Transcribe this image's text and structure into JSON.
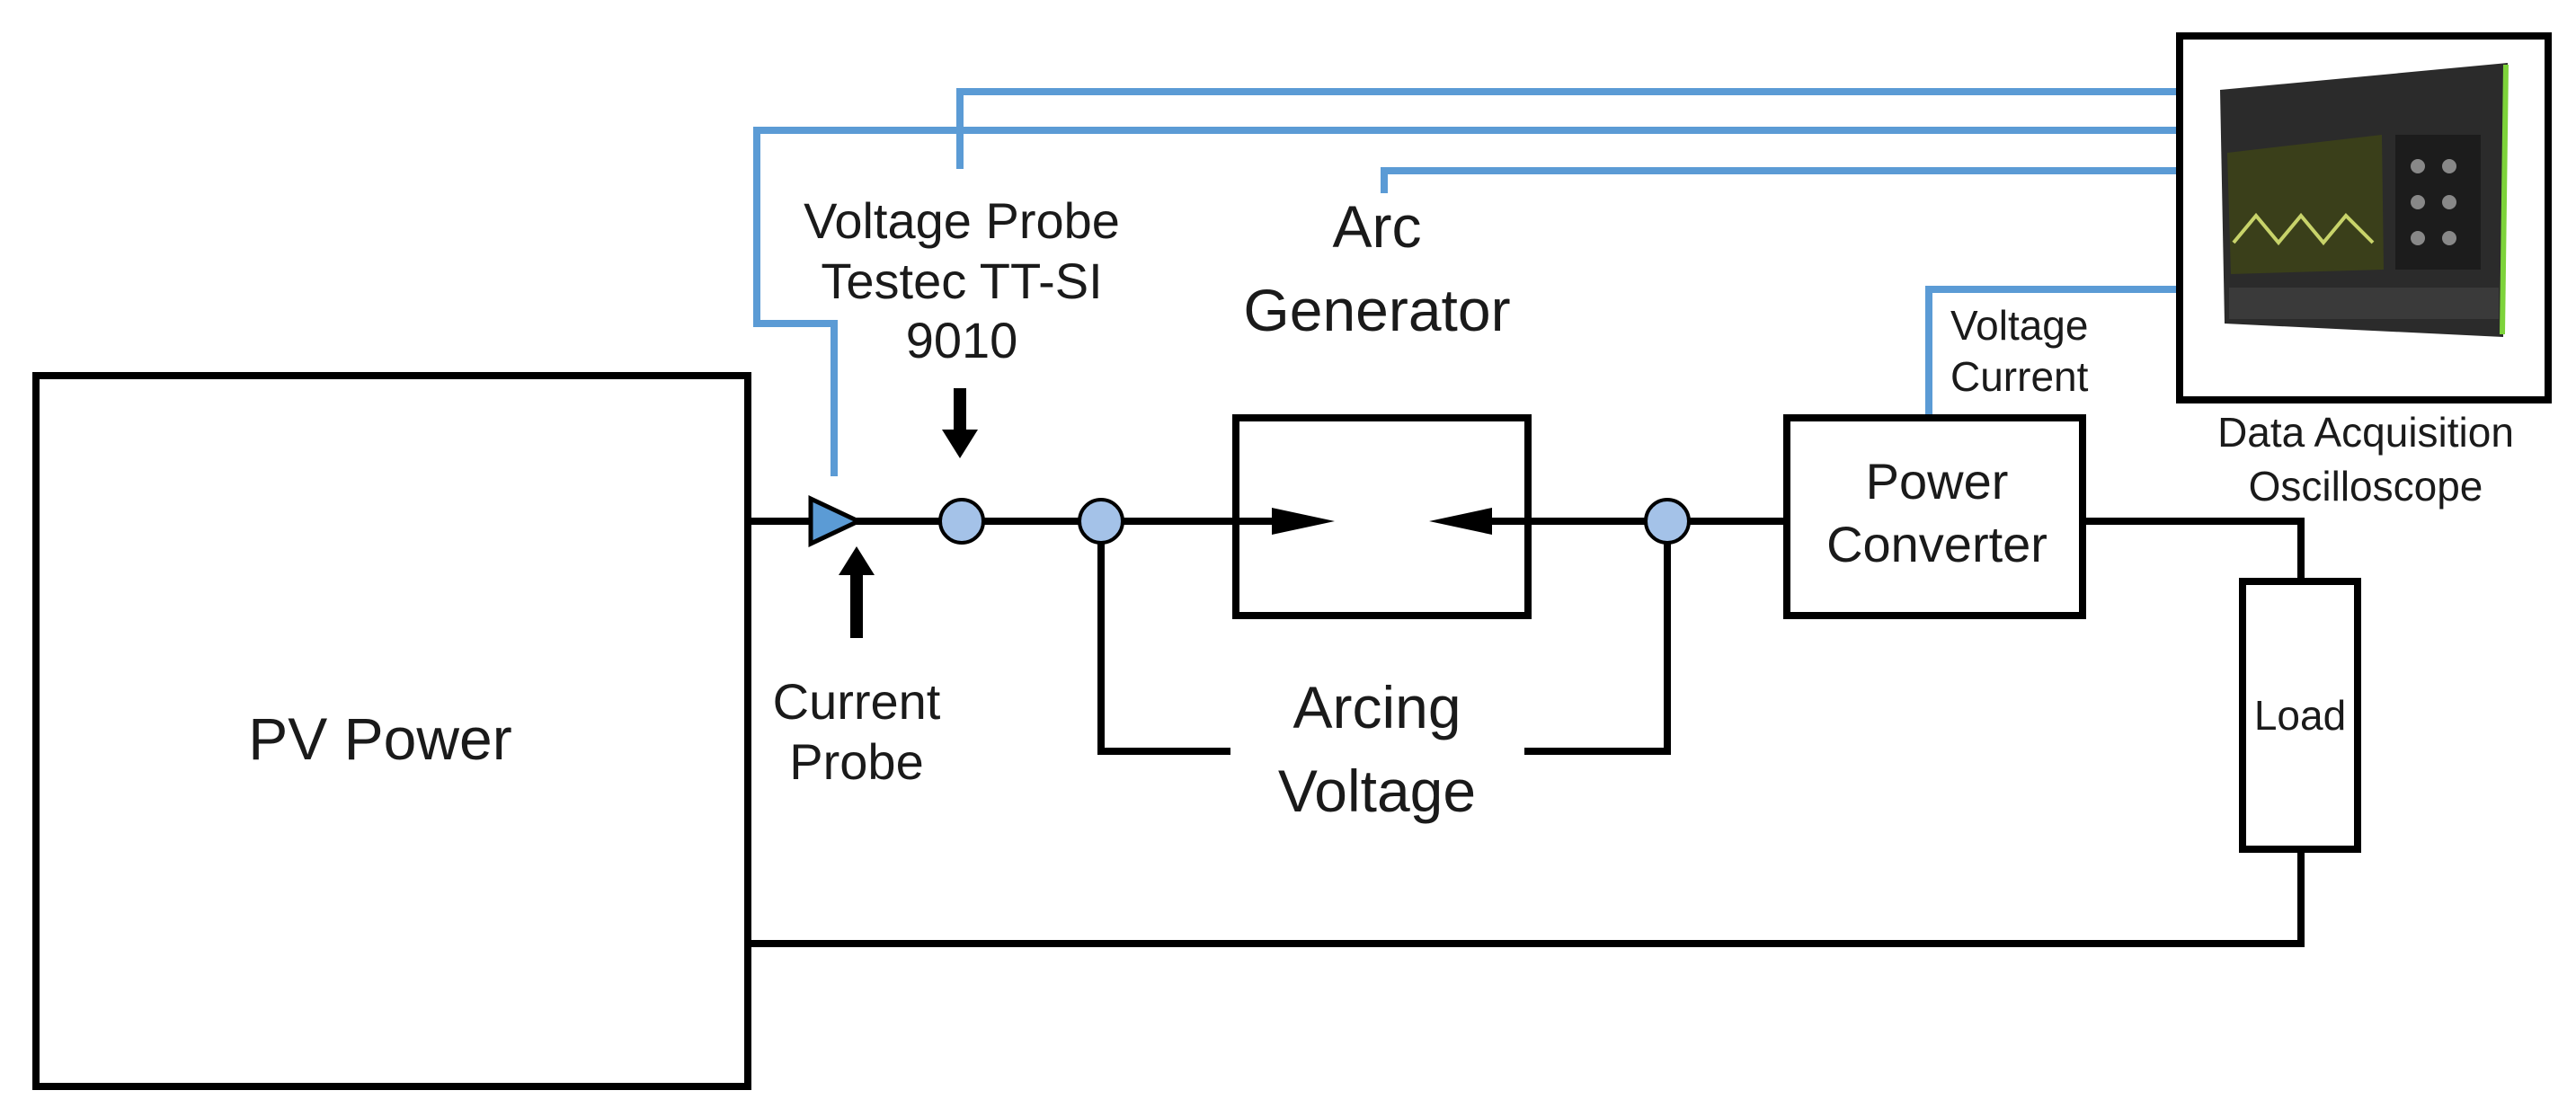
{
  "labels": {
    "pv_power": "PV Power",
    "voltage_probe": [
      "Voltage Probe",
      "Testec TT-SI",
      "9010"
    ],
    "current_probe": [
      "Current",
      "Probe"
    ],
    "arc_generator": [
      "Arc",
      "Generator"
    ],
    "arcing_voltage": [
      "Arcing",
      "Voltage"
    ],
    "power_converter": [
      "Power",
      "Converter"
    ],
    "converter_signals": [
      "Voltage",
      "Current"
    ],
    "load": "Load",
    "data_acquisition": [
      "Data Acquisition",
      "Oscilloscope"
    ]
  },
  "colors": {
    "wire": "#000000",
    "signal": "#5b9bd5",
    "node_fill": "#a4c2e8",
    "probe_fill": "#5b9bd5"
  }
}
